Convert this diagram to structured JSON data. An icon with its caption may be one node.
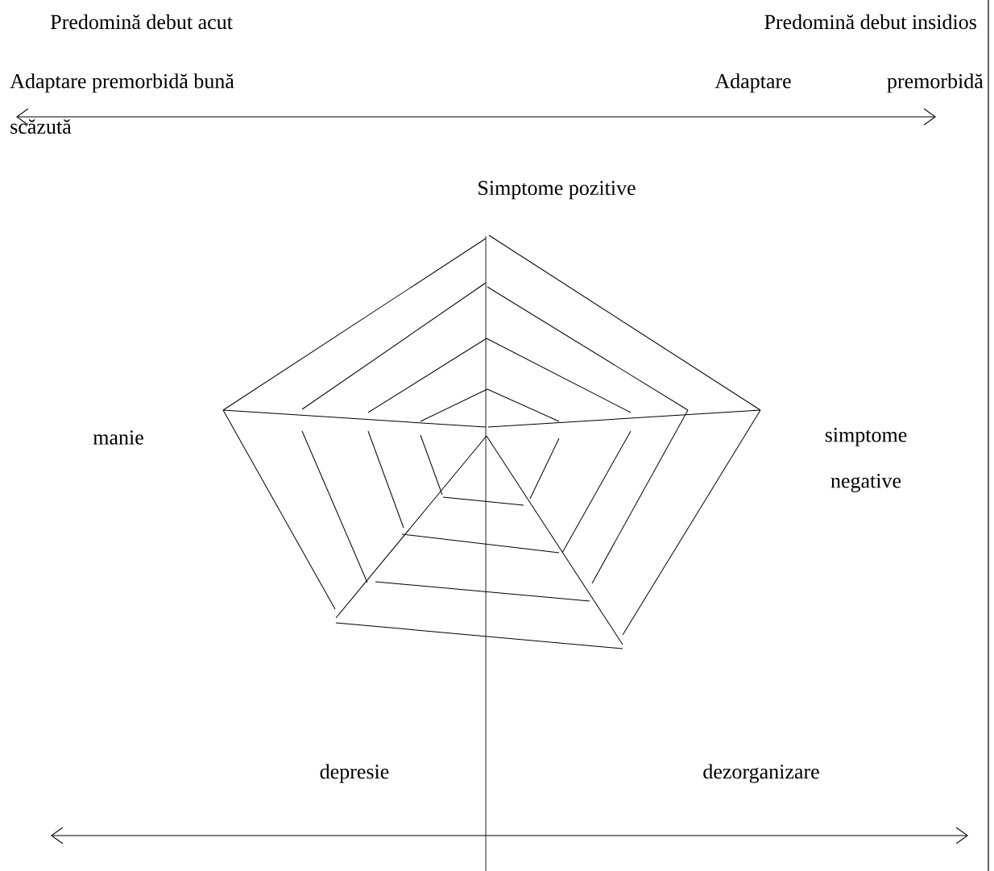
{
  "diagram": {
    "labels": [
      "Predomină debut acut",
      "Predomină debut insidios",
      "Adaptare premorbidă bună",
      "Adaptare",
      "premorbidă",
      "scăzută",
      "Simptome pozitive",
      "manie",
      "simptome negative",
      "depresie",
      "dezorganizare"
    ]
  }
}
